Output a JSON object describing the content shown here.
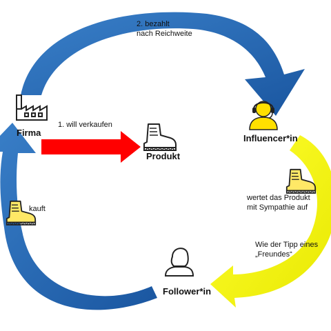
{
  "nodes": {
    "firma": "Firma",
    "produkt": "Produkt",
    "influencer": "Influencer*in",
    "follower": "Follower*in"
  },
  "steps": {
    "step1": "1. will verkaufen",
    "step2_line1": "2. bezahlt",
    "step2_line2": "nach Reichweite",
    "wertet_line1": "wertet das Produkt",
    "wertet_line2": "mit Sympathie auf",
    "tipp_line1": "Wie der Tipp eines",
    "tipp_line2": "„Freundes“",
    "kauft": "kauft"
  },
  "colors": {
    "blue_arrow": "#1f63ae",
    "red_arrow": "#ff0000",
    "yellow_arrow": "#ffff00",
    "boot_yellow": "#ffe866",
    "influencer_yellow": "#ffe000",
    "outline": "#222222"
  },
  "icons": {
    "firma": "factory-icon",
    "produkt": "boot-icon",
    "influencer": "headset-person-icon",
    "follower": "person-icon"
  }
}
